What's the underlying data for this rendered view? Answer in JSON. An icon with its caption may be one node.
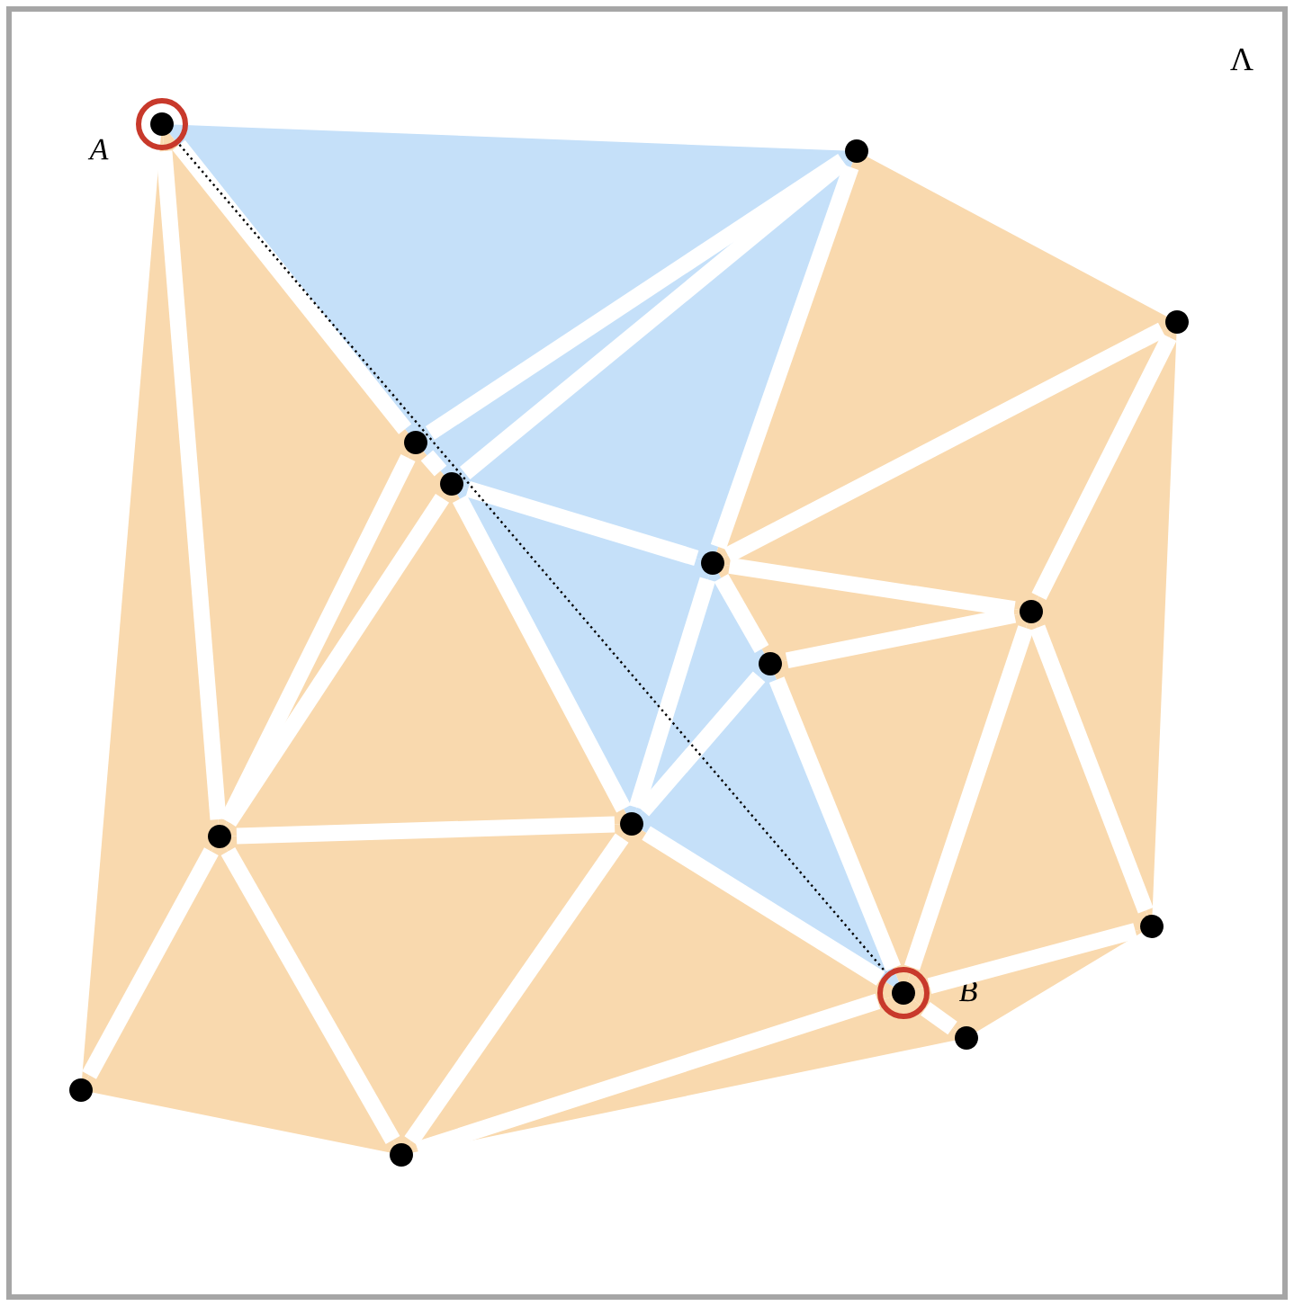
{
  "diagram": {
    "nodes": [
      {
        "text": [],
        "shape": "circle",
        "beside": [
          "A"
        ]
      },
      {
        "text": [],
        "shape": "circle"
      },
      {
        "text": [],
        "shape": "circle"
      },
      {
        "text": [],
        "shape": "circle"
      },
      {
        "text": [],
        "shape": "circle"
      },
      {
        "text": [],
        "shape": "circle"
      },
      {
        "text": [],
        "shape": "circle"
      },
      {
        "text": [],
        "shape": "circle"
      },
      {
        "text": [],
        "shape": "circle"
      },
      {
        "text": [],
        "shape": "circle"
      },
      {
        "text": [],
        "shape": "circle"
      },
      {
        "text": [],
        "shape": "circle",
        "beside": [
          "B"
        ]
      },
      {
        "text": [],
        "shape": "circle"
      },
      {
        "text": [],
        "shape": "circle"
      },
      {
        "text": [],
        "shape": "circle"
      }
    ],
    "edges": [
      {
        "from": 0,
        "to": 3,
        "arrow": "none"
      },
      {
        "from": 1,
        "to": 3,
        "arrow": "none"
      },
      {
        "from": 0,
        "to": 8,
        "arrow": "none"
      },
      {
        "from": 3,
        "to": 8,
        "arrow": "none"
      },
      {
        "from": 3,
        "to": 4,
        "arrow": "none"
      },
      {
        "from": 1,
        "to": 4,
        "arrow": "none"
      },
      {
        "from": 4,
        "to": 8,
        "arrow": "none"
      },
      {
        "from": 4,
        "to": 5,
        "arrow": "none"
      },
      {
        "from": 1,
        "to": 5,
        "arrow": "none"
      },
      {
        "from": 4,
        "to": 9,
        "arrow": "none"
      },
      {
        "from": 8,
        "to": 9,
        "arrow": "none"
      },
      {
        "from": 5,
        "to": 9,
        "arrow": "none"
      },
      {
        "from": 8,
        "to": 13,
        "arrow": "none"
      },
      {
        "from": 8,
        "to": 14,
        "arrow": "none"
      },
      {
        "from": 9,
        "to": 14,
        "arrow": "none"
      },
      {
        "from": 9,
        "to": 11,
        "arrow": "none"
      },
      {
        "from": 14,
        "to": 11,
        "arrow": "none"
      },
      {
        "from": 11,
        "to": 12,
        "arrow": "none"
      },
      {
        "from": 11,
        "to": 10,
        "arrow": "none"
      },
      {
        "from": 2,
        "to": 5,
        "arrow": "none"
      },
      {
        "from": 2,
        "to": 6,
        "arrow": "none"
      },
      {
        "from": 5,
        "to": 6,
        "arrow": "none"
      },
      {
        "from": 5,
        "to": 7,
        "arrow": "none"
      },
      {
        "from": 6,
        "to": 7,
        "arrow": "none"
      },
      {
        "from": 7,
        "to": 9,
        "arrow": "none"
      },
      {
        "from": 7,
        "to": 11,
        "arrow": "none"
      },
      {
        "from": 6,
        "to": 11,
        "arrow": "none"
      },
      {
        "from": 6,
        "to": 10,
        "arrow": "none"
      },
      {
        "from": 0,
        "to": 11,
        "arrow": "none",
        "style": "dashed",
        "color": "#000000"
      }
    ],
    "labels": [
      "Λ"
    ]
  }
}
